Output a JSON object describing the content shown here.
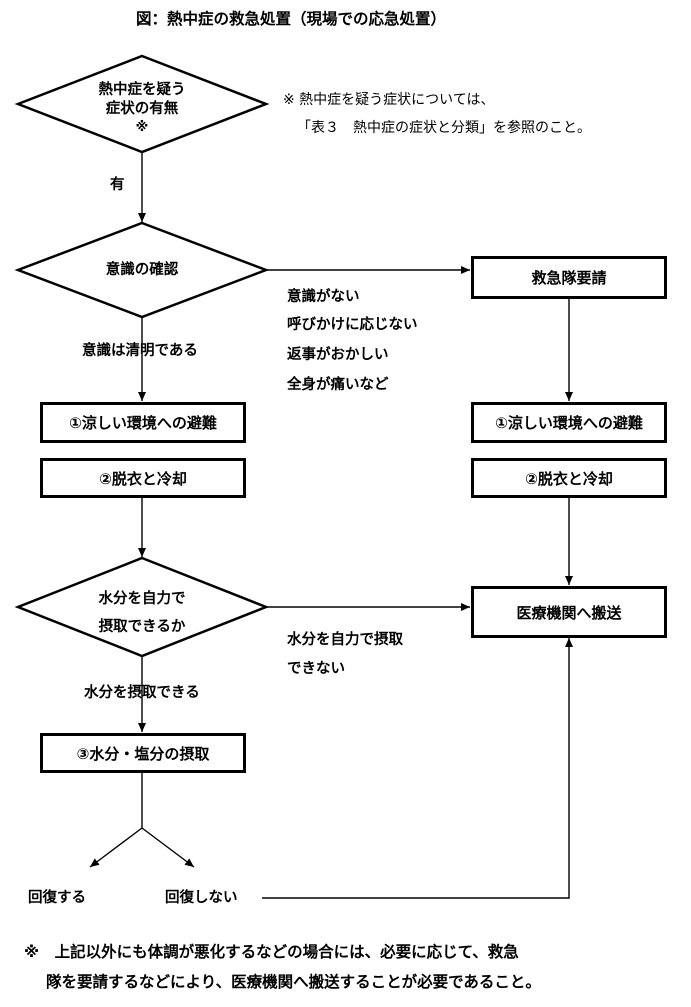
{
  "title": "図：熱中症の救急処置（現場での応急処置）",
  "decisions": {
    "symptoms": {
      "line1": "熱中症を疑う",
      "line2": "症状の有無",
      "mark": "※"
    },
    "consciousness": {
      "label": "意識の確認"
    },
    "hydration": {
      "line1": "水分を自力で",
      "line2": "摂取できるか"
    }
  },
  "note_symptoms": {
    "line1": "※ 熱中症を疑う症状については、",
    "line2": "「表３　熱中症の症状と分類」を参照のこと。"
  },
  "edges": {
    "yes": "有",
    "conscious_clear": "意識は清明である",
    "not_conscious": [
      "意識がない",
      "呼びかけに応じない",
      "返事がおかしい",
      "全身が痛いなど"
    ],
    "can_drink": "水分を摂取できる",
    "cannot_drink": [
      "水分を自力で摂取",
      "できない"
    ]
  },
  "boxes": {
    "cool_place_left": "①涼しい環境への避難",
    "undress_left": "②脱衣と冷却",
    "water_salt": "③水分・塩分の摂取",
    "ambulance": "救急隊要請",
    "cool_place_right": "①涼しい環境への避難",
    "undress_right": "②脱衣と冷却",
    "hospital": "医療機関へ搬送"
  },
  "outcomes": {
    "recover": "回復する",
    "not_recover": "回復しない"
  },
  "footnote": {
    "line1": "※　上記以外にも体調が悪化するなどの場合には、必要に応じて、救急",
    "line2": "隊を要請するなどにより、医療機関へ搬送することが必要であること。"
  }
}
